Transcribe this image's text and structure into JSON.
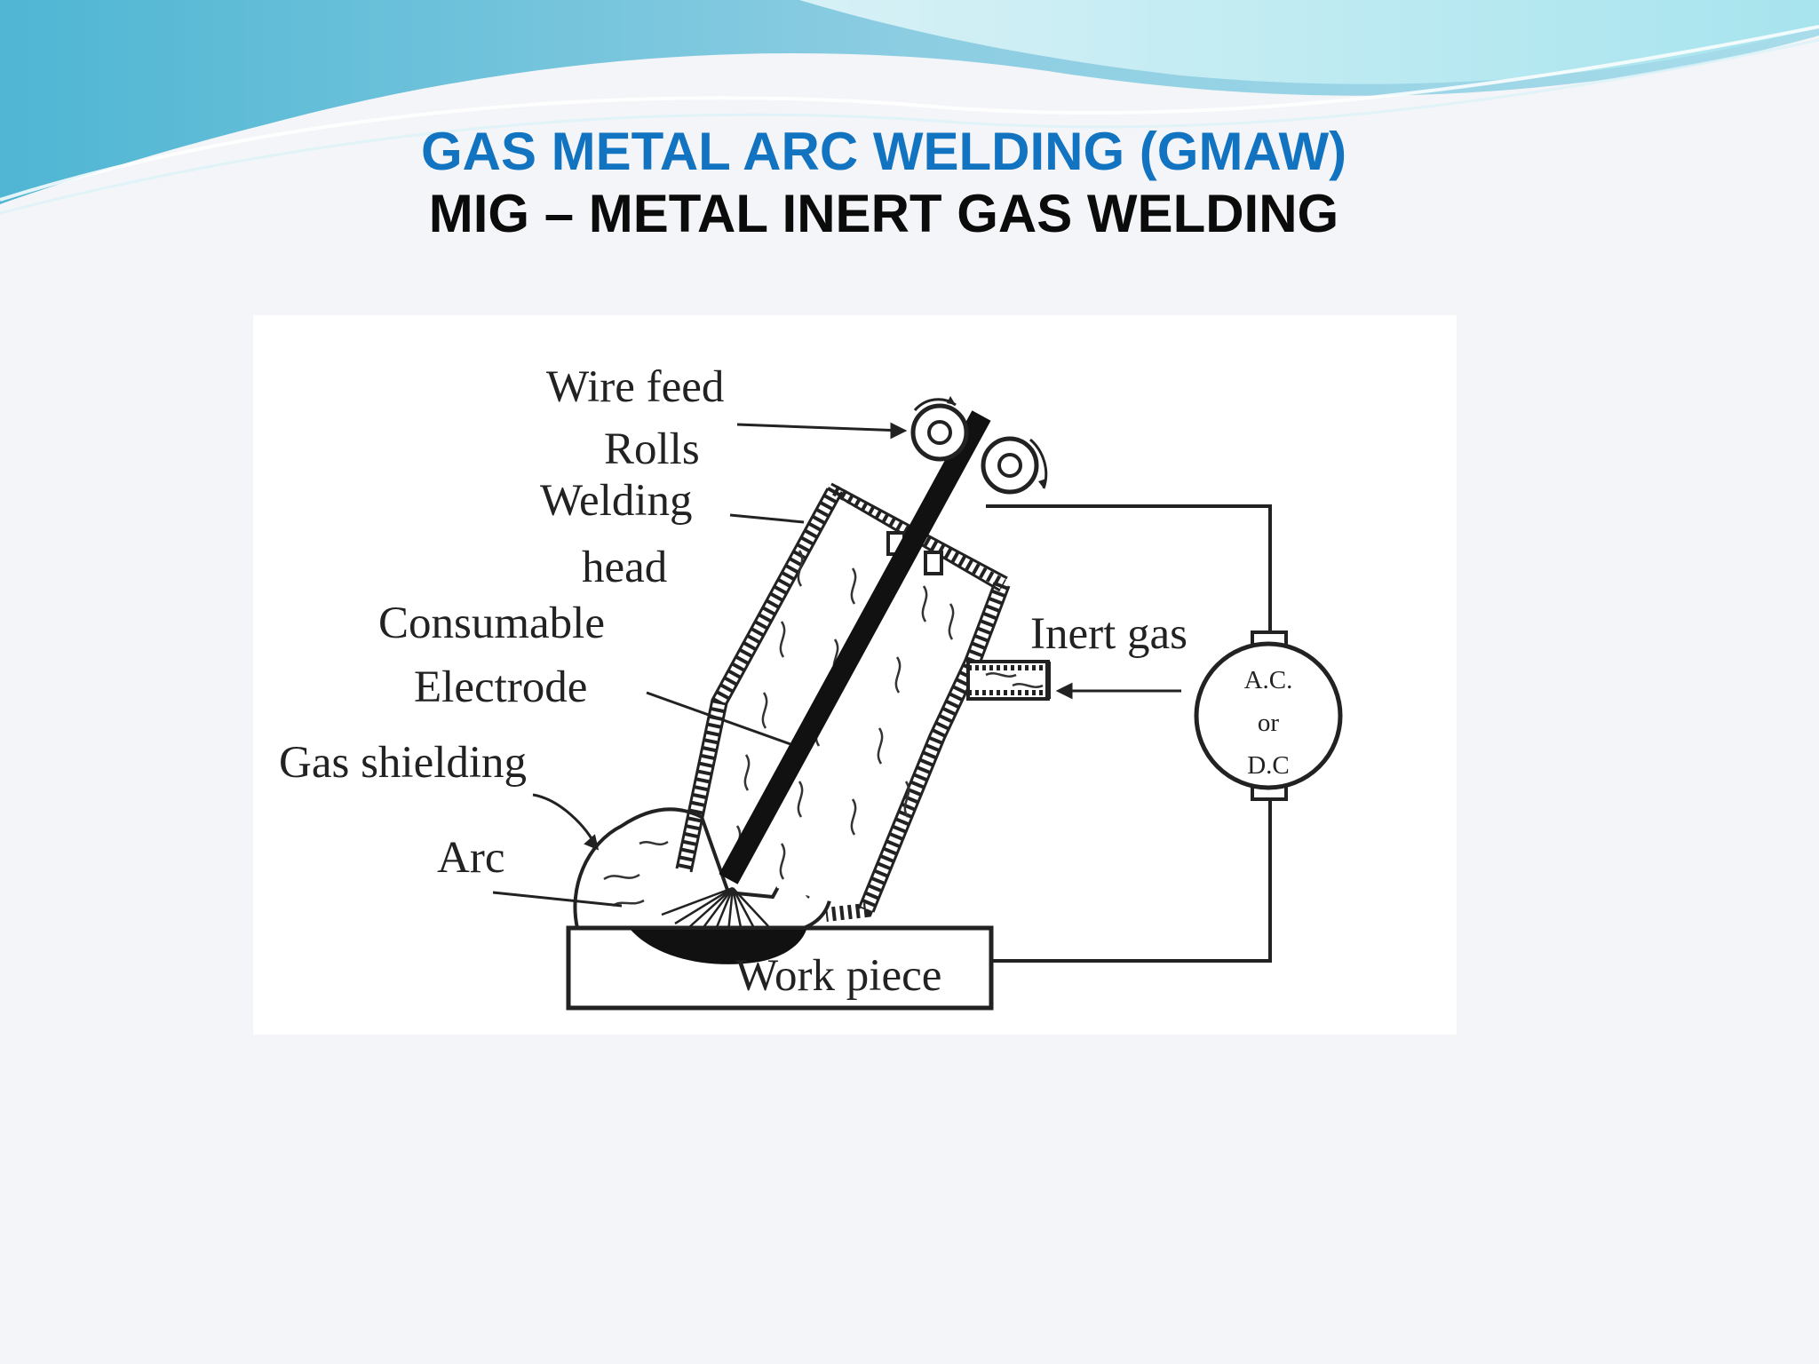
{
  "slide": {
    "title": "GAS METAL ARC WELDING (GMAW)",
    "subtitle": "MIG – METAL INERT GAS WELDING",
    "colors": {
      "title": "#1273c0",
      "subtitle": "#0b0b0b",
      "wave_dark": "#7fc6de",
      "wave_light": "#c8ecf2",
      "background": "#f4f5f8"
    }
  },
  "diagram": {
    "labels": {
      "wire_feed": "Wire feed",
      "rolls": "Rolls",
      "welding": "Welding",
      "head": "head",
      "consumable": "Consumable",
      "electrode": "Electrode",
      "gas_shielding": "Gas shielding",
      "arc": "Arc",
      "inert_gas": "Inert gas",
      "work_piece": "Work piece"
    },
    "power_supply": {
      "line1": "A.C.",
      "line2": "or",
      "line3": "D.C"
    }
  }
}
